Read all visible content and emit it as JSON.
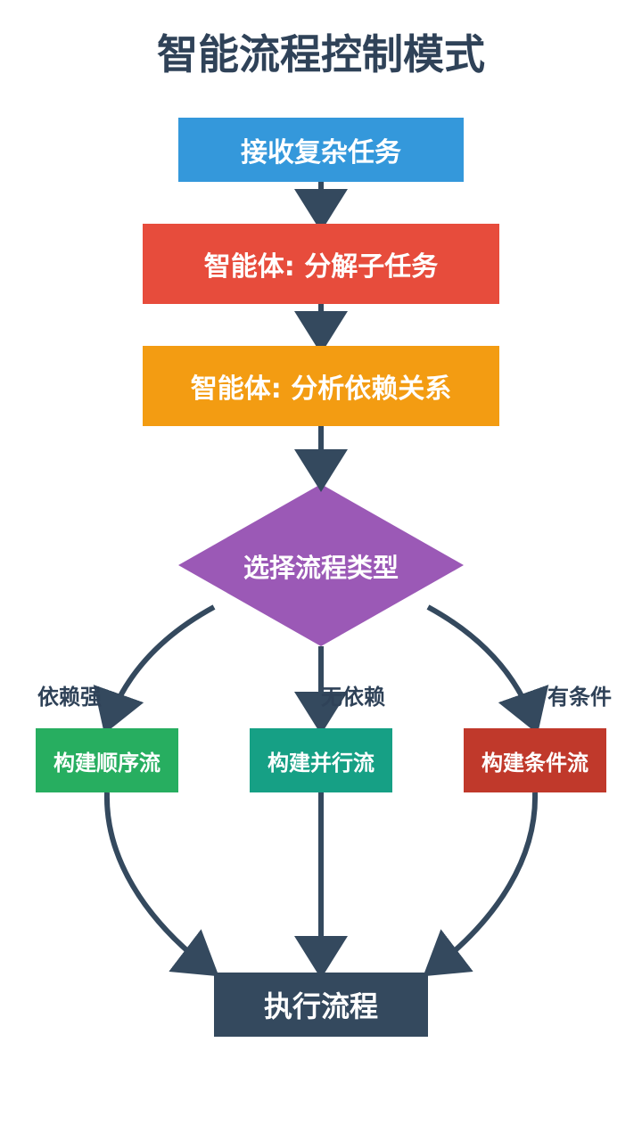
{
  "title": "智能流程控制模式",
  "colors": {
    "title": "#2f4258",
    "receive": "#3498db",
    "decompose": "#e74c3c",
    "analyze": "#f39c12",
    "decision": "#9b59b6",
    "sequential": "#27ae60",
    "parallel": "#16a085",
    "conditional": "#c0392b",
    "execute": "#34495e",
    "connector": "#34495e"
  },
  "nodes": {
    "receive": "接收复杂任务",
    "decompose": "智能体: 分解子任务",
    "analyze": "智能体: 分析依赖关系",
    "decision": "选择流程类型",
    "sequential": "构建顺序流",
    "parallel": "构建并行流",
    "conditional": "构建条件流",
    "execute": "执行流程"
  },
  "edge_labels": {
    "strong_dependency": "依赖强",
    "no_dependency": "无依赖",
    "conditional": "有条件"
  }
}
